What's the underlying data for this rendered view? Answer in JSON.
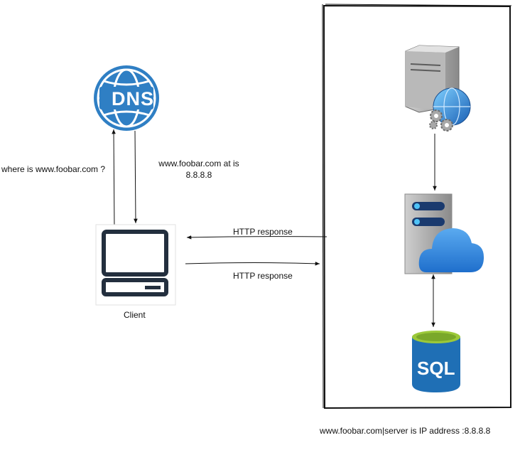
{
  "labels": {
    "dns_icon_text": "DNS",
    "dns_query": "where is www.foobar.com ?",
    "dns_answer_line1": "www.foobar.com at is",
    "dns_answer_line2": "8.8.8.8",
    "http_response_top": "HTTP response",
    "http_response_bottom": "HTTP response",
    "client": "Client",
    "sql_text": "SQL",
    "footer": "www.foobar.com|server is IP address :8.8.8.8"
  },
  "colors": {
    "dns_blue": "#2f7fc4",
    "cloud_blue": "#2b88d8",
    "sql_blue": "#1f6fb5",
    "sql_green": "#9cc93a",
    "server_gray": "#9e9e9e",
    "line": "#111111"
  },
  "icons": {
    "dns": "globe-dns-icon",
    "client": "desktop-computer-icon",
    "web_server": "server-globe-gears-icon",
    "app_server": "server-cloud-icon",
    "database": "sql-database-icon"
  }
}
